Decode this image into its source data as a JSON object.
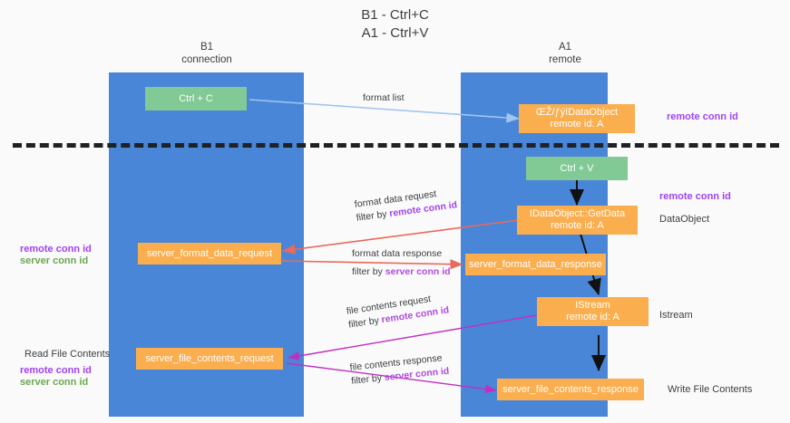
{
  "title": "B1 - Ctrl+C\nA1 - Ctrl+V",
  "lanes": [
    {
      "name": "b1",
      "header": "B1\nconnection",
      "color": "#4a86d8"
    },
    {
      "name": "a1",
      "header": "A1\nremote",
      "color": "#4a86d8"
    }
  ],
  "colors": {
    "lane": "#4a86d8",
    "green_box": "#81c995",
    "orange_box": "#fbae4e",
    "purple_text": "#a142f4",
    "green_text": "#6aa84f",
    "magenta_text": "#b04ae0",
    "red_arrow": "#e8695d",
    "magenta_arrow": "#c030c0",
    "blue_arrow": "#9fc5f0",
    "black_arrow": "#000000",
    "divider": "#202124",
    "page_bg": "#fafafa"
  },
  "boxes": [
    {
      "id": "ctrl-c",
      "label": "Ctrl + C",
      "style": "green"
    },
    {
      "id": "idataobject",
      "label": "ŒŽ/ƒýIDataObject\nremote id: A",
      "style": "orange"
    },
    {
      "id": "ctrl-v",
      "label": "Ctrl + V",
      "style": "green"
    },
    {
      "id": "idataobject-getdata",
      "label": "IDataObject::GetData\nremote id: A",
      "style": "orange"
    },
    {
      "id": "server-format-data-request",
      "label": "server_format_data_request",
      "style": "orange"
    },
    {
      "id": "server-format-data-response",
      "label": "server_format_data_response",
      "style": "orange"
    },
    {
      "id": "istream",
      "label": "IStream\nremote id: A",
      "style": "orange"
    },
    {
      "id": "server-file-contents-request",
      "label": "server_file_contents_request",
      "style": "orange"
    },
    {
      "id": "server-file-contents-response",
      "label": "server_file_contents_response",
      "style": "orange"
    }
  ],
  "side_labels": {
    "remote_conn_id_top": "remote conn id",
    "remote_conn_id_getdata": "remote conn id",
    "dataobject": "DataObject",
    "istream": "Istream",
    "write_file_contents": "Write File Contents",
    "read_file_contents": "Read File Contents",
    "left_remote_conn_id": "remote conn id",
    "left_server_conn_id": "server conn id",
    "left_remote_conn_id_2": "remote conn id",
    "left_server_conn_id_2": "server conn id"
  },
  "arrow_captions": [
    {
      "id": "format-list",
      "line1": "format list",
      "line2": "",
      "filter_label": "",
      "filter_value": ""
    },
    {
      "id": "format-data-request",
      "line1": "format data request",
      "line2": "filter by ",
      "filter_value": "remote conn id"
    },
    {
      "id": "format-data-response",
      "line1": "format data response",
      "line2": "filter by ",
      "filter_value": "server conn id"
    },
    {
      "id": "file-contents-request",
      "line1": "file contents request",
      "line2": "filter by ",
      "filter_value": "remote conn id"
    },
    {
      "id": "file-contents-response",
      "line1": "file contents response",
      "line2": "filter by ",
      "filter_value": "server conn id"
    }
  ]
}
